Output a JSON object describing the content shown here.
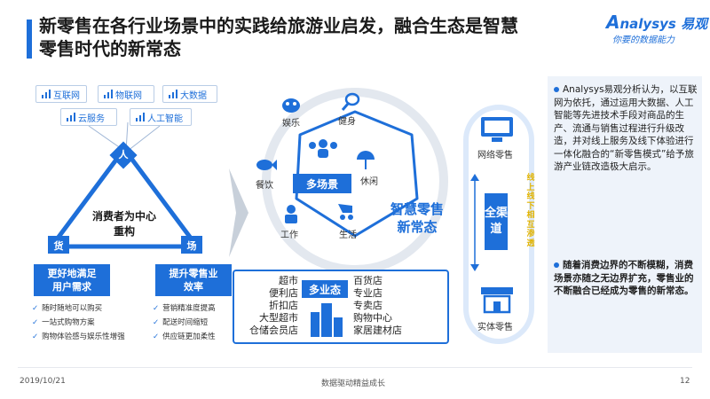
{
  "header": {
    "title_line1": "新零售在各行业场景中的实践给旅游业启发，融合生态是智慧",
    "title_line2": "零售时代的新常态"
  },
  "logo": {
    "brand_a": "A",
    "brand_rest": "nalysys",
    "brand_cn": "易观",
    "slogan": "你要的数据能力"
  },
  "tech": {
    "internet": "互联网",
    "iot": "物联网",
    "bigdata": "大数据",
    "cloud": "云服务",
    "ai": "人工智能"
  },
  "triangle": {
    "top": "人",
    "left": "货",
    "right": "场",
    "center_line1": "消费者为中心",
    "center_line2": "重构"
  },
  "left_box": {
    "line1": "更好地满足",
    "line2": "用户需求",
    "items": [
      "随时随地可以购买",
      "一站式购物方案",
      "购物体验感与娱乐性增强"
    ]
  },
  "right_box": {
    "line1": "提升零售业",
    "line2": "效率",
    "items": [
      "营销精准度提高",
      "配送时间缩短",
      "供应链更加柔性"
    ]
  },
  "scenes": {
    "entertainment": "娱乐",
    "fitness": "健身",
    "dining": "餐饮",
    "leisure": "休闲",
    "work": "工作",
    "life": "生活",
    "center": "多场景"
  },
  "smart_retail": {
    "line1": "智慧零售",
    "line2": "新常态"
  },
  "business": {
    "label": "多业态",
    "left": [
      "超市",
      "便利店",
      "折扣店",
      "大型超市",
      "仓储会员店"
    ],
    "right": [
      "百货店",
      "专业店",
      "专卖店",
      "购物中心",
      "家居建材店"
    ]
  },
  "channel": {
    "online": "网络零售",
    "offline": "实体零售",
    "all_channel": "全渠道",
    "flow": "线上线下相互渗透"
  },
  "info": {
    "para1": "Analysys易观分析认为，以互联网为依托，通过运用大数据、人工智能等先进技术手段对商品的生产、流通与销售过程进行升级改造，并对线上服务及线下体验进行一体化融合的“新零售模式”给予旅游产业链改造极大启示。",
    "para2": "随着消费边界的不断模糊，消费场景亦随之无边界扩充，零售业的不断融合已经成为零售的新常态。"
  },
  "footer": {
    "date": "2019/10/21",
    "slogan": "数据驱动精益成长",
    "page": "12"
  },
  "colors": {
    "primary_blue": "#1e6fd9",
    "light_panel": "#eef3fa",
    "flow_yellow": "#e3b400"
  }
}
